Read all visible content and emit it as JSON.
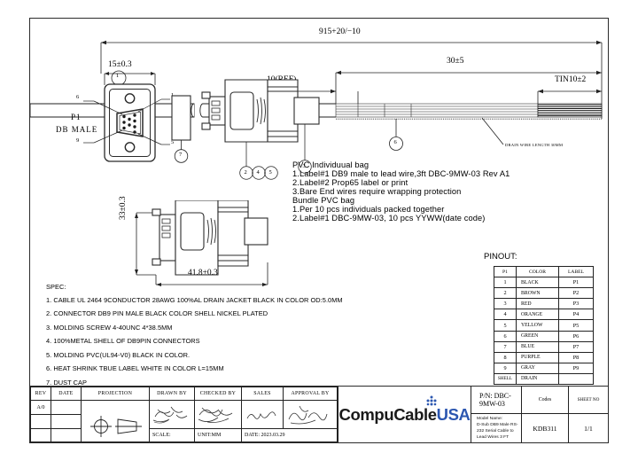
{
  "drawing": {
    "overall_length_dim": "915+20/−10",
    "connector_width_dim": "15±0.3",
    "connector_height_dim": "33±0.3",
    "connector_depth_dim": "41.8±0.3",
    "strip_dim": "30±5",
    "ref_dim": "10(REF)",
    "tin_dim": "TIN10±2",
    "drain_note": "DRAIN WIRE LENGTH 30MM",
    "p1_label_line1": "P1",
    "p1_label_line2": "DB MALE",
    "pin_numbers": [
      "1",
      "5",
      "6",
      "9"
    ],
    "balloons": [
      "1",
      "2",
      "3",
      "4",
      "5",
      "6",
      "7"
    ]
  },
  "packaging_notes": {
    "heading1": "PVC Individuual bag",
    "items1": [
      "1.Label#1 DB9 male to lead wire,3ft DBC-9MW-03 Rev A1",
      "2.Label#2 Prop65 label or print",
      "3.Bare End wires require wrapping protection"
    ],
    "heading2": "Bundle PVC bag",
    "items2": [
      "1.Per 10 pcs individuals packed together",
      "2.Label#1 DBC-9MW-03, 10 pcs  YYWW(date code)"
    ]
  },
  "spec": {
    "title": "SPEC:",
    "items": [
      "1. CABLE UL 2464 9CONDUCTOR 28AWG 100%AL DRAIN JACKET BLACK IN COLOR OD:5.0MM",
      "2. CONNECTOR DB9 PIN MALE BLACK COLOR SHELL NICKEL PLATED",
      "3. MOLDING SCREW 4-40UNC 4*38.5MM",
      "4. 100%METAL SHELL OF DB9PIN CONNECTORS",
      "5. MOLDING PVC(UL94-V0) BLACK IN COLOR.",
      "6. HEAT SHRINK TBUE LABEL WHITE IN COLOR L=15MM",
      "7. DUST CAP"
    ]
  },
  "pinout": {
    "title": "PINOUT:",
    "headers": [
      "P1",
      "COLOR",
      "LABEL"
    ],
    "rows": [
      [
        "1",
        "BLACK",
        "P1"
      ],
      [
        "2",
        "BROWN",
        "P2"
      ],
      [
        "3",
        "RED",
        "P3"
      ],
      [
        "4",
        "ORANGE",
        "P4"
      ],
      [
        "5",
        "YELLOW",
        "P5"
      ],
      [
        "6",
        "GREEN",
        "P6"
      ],
      [
        "7",
        "BLUE",
        "P7"
      ],
      [
        "8",
        "PURPLE",
        "P8"
      ],
      [
        "9",
        "GRAY",
        "P9"
      ],
      [
        "SHELL",
        "DRAIN",
        ""
      ]
    ]
  },
  "title_block": {
    "headers": {
      "rev": "REV",
      "date": "DATE",
      "projection": "PROJECTION",
      "drawn_by": "DRAWN BY",
      "checked_by": "CHECKED BY",
      "sales": "SALES",
      "approval_by": "APPROVAL BY"
    },
    "rev_value": "A/0",
    "date_value": "",
    "scale_label": "SCALE:",
    "unit_label": "UNIT:MM",
    "date_label": "DATE:  2023.03.29",
    "logo_main": "CompuCable",
    "logo_accent": "USA",
    "logo_accent_color": "#2b56b0",
    "pn_label": "P/N:  DBC-9MW-03",
    "model_name_label": "Model Name:",
    "model_name_line1": "D-Sub DB9 Male RS-232 Serial Cable to",
    "model_name_line2": "Lead Wires 3 FT",
    "codes_label": "Codes",
    "codes_value": "KDB311",
    "sheet_label": "SHEET NO",
    "sheet_value": "1/1"
  }
}
